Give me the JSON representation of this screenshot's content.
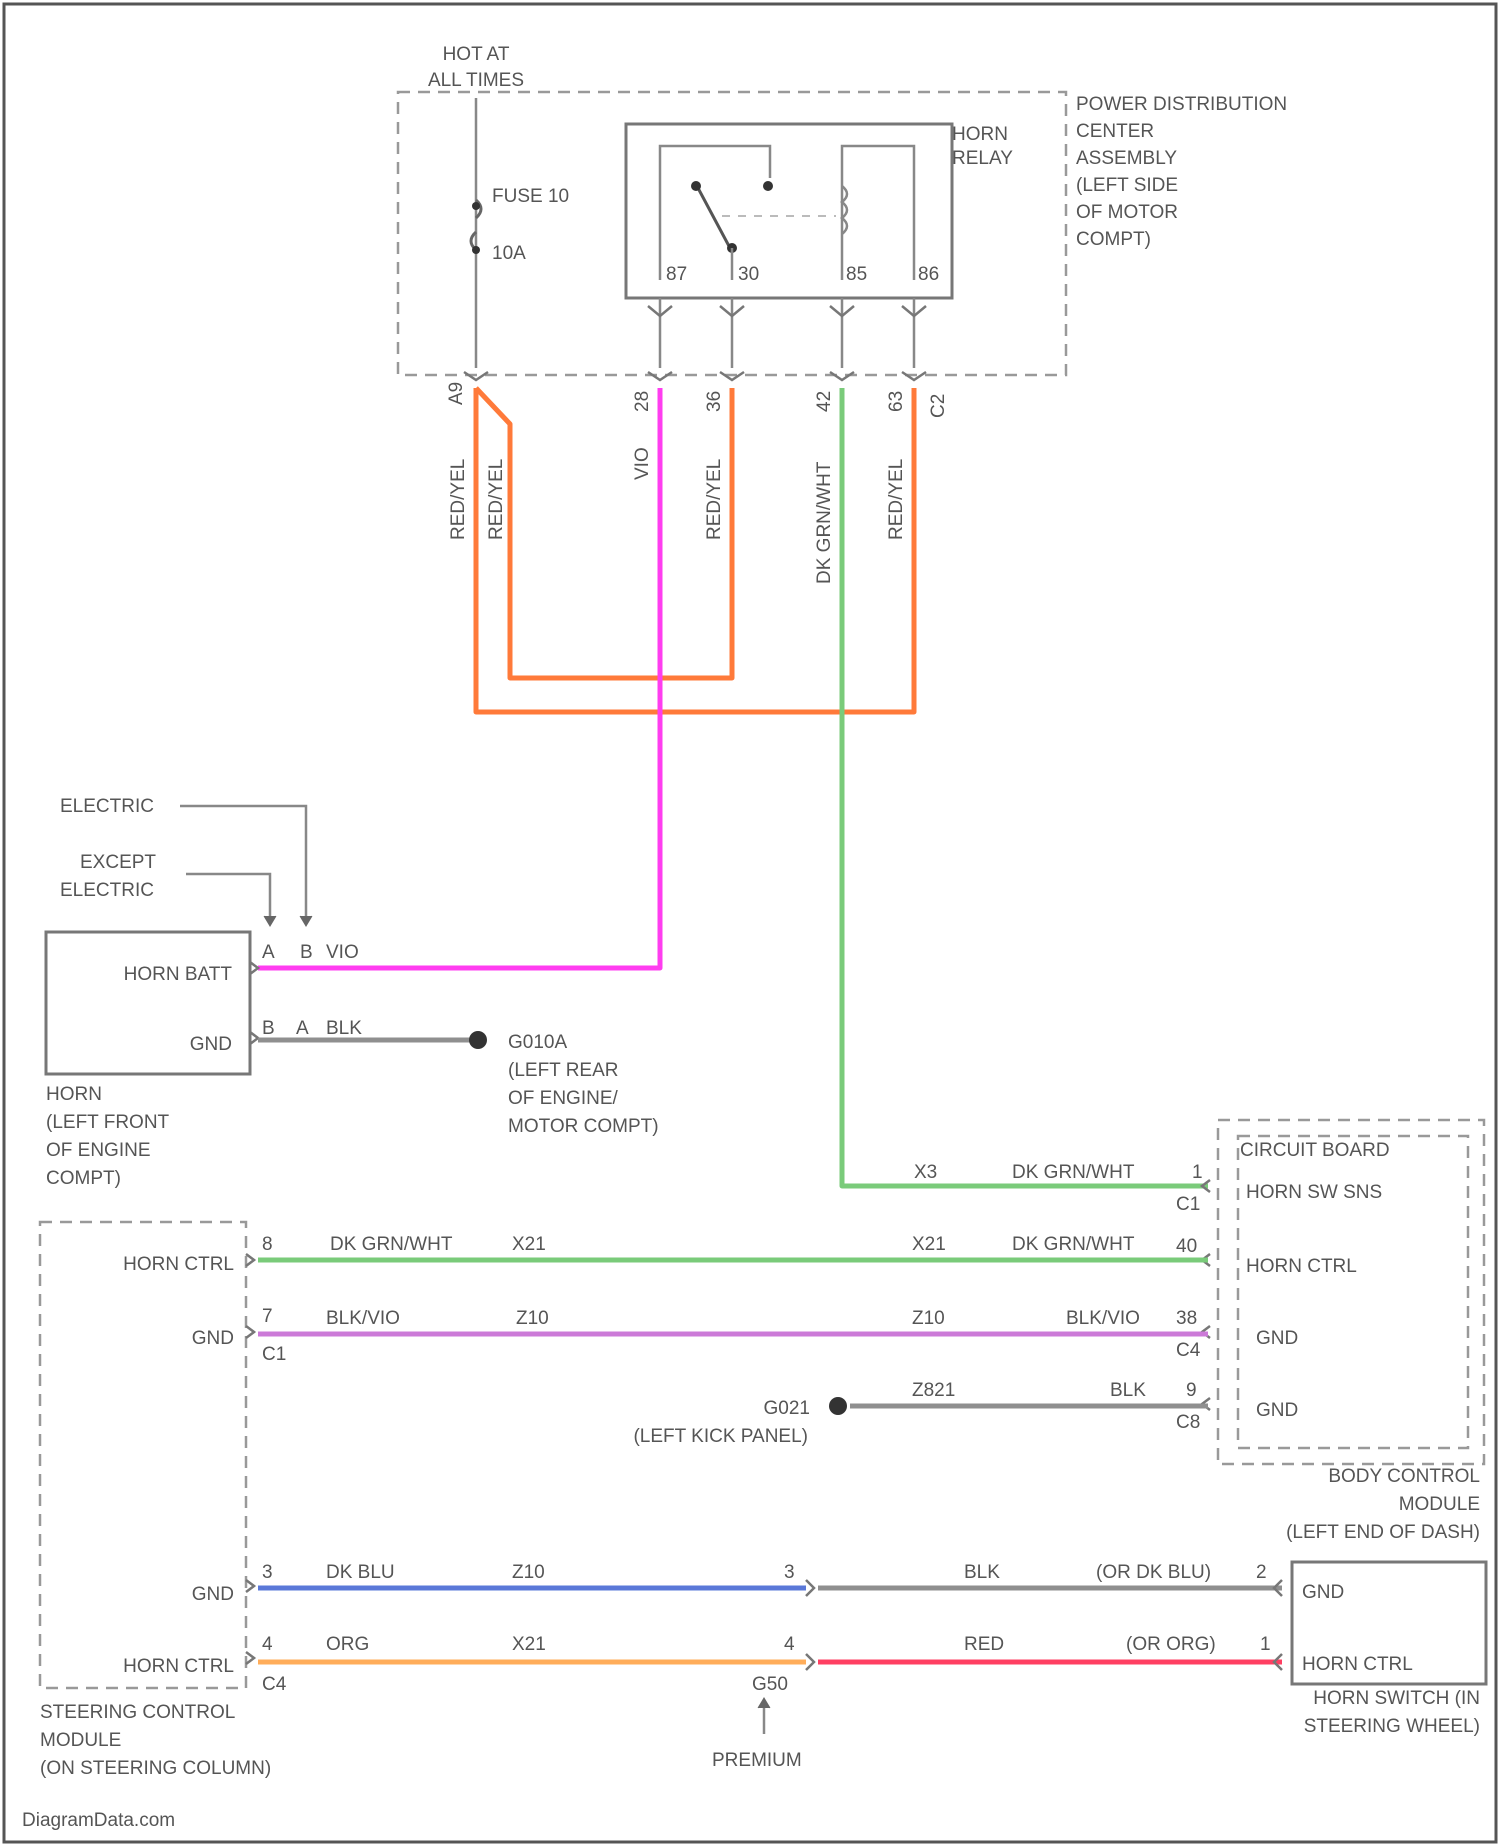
{
  "colors": {
    "orange": "#ff7a3a",
    "magenta": "#ff3df0",
    "green": "#7acb7a",
    "violet": "#cc7ad8",
    "gray": "#8f8f8f",
    "blue": "#5a78d8",
    "orange_light": "#ffad5a",
    "red": "#ff3f62"
  },
  "power": {
    "hot_at_all_times": [
      "HOT AT",
      "ALL TIMES"
    ],
    "fuse_label": "FUSE 10",
    "fuse_rating": "10A",
    "pdc_label": [
      "POWER DISTRIBUTION",
      "CENTER",
      "ASSEMBLY",
      "(LEFT SIDE",
      "OF MOTOR",
      "COMPT)"
    ],
    "relay_label": [
      "HORN",
      "RELAY"
    ],
    "relay_pins": [
      "87",
      "30",
      "85",
      "86"
    ],
    "bottom_pins": [
      "A9",
      "28",
      "36",
      "42",
      "63"
    ],
    "bottom_pin_extra": "C2",
    "wire_labels": [
      "RED/YEL",
      "RED/YEL",
      "VIO",
      "RED/YEL",
      "DK GRN/WHT",
      "RED/YEL"
    ]
  },
  "horn": {
    "electric_label": "ELECTRIC",
    "except_electric": [
      "EXCEPT",
      "ELECTRIC"
    ],
    "pin_a": "A",
    "pin_b": "B",
    "batt_wire": "VIO",
    "gnd_pin_b": "B",
    "gnd_pin_a": "A",
    "gnd_wire": "BLK",
    "horn_batt": "HORN BATT",
    "gnd": "GND",
    "component": [
      "HORN",
      "(LEFT FRONT",
      "OF ENGINE",
      "COMPT)"
    ],
    "ground_id": "G010A",
    "ground_location": [
      "(LEFT REAR",
      "OF ENGINE/",
      "MOTOR COMPT)"
    ]
  },
  "bcm": {
    "circuit_board": "CIRCUIT BOARD",
    "horn_sw_sns": "HORN SW SNS",
    "horn_ctrl": "HORN CTRL",
    "gnd1": "GND",
    "gnd2": "GND",
    "module": [
      "BODY CONTROL",
      "MODULE",
      "(LEFT END OF DASH)"
    ],
    "relay_wire_circuit": "X3",
    "relay_wire_color": "DK GRN/WHT",
    "pin_1": "1",
    "conn_c1": "C1",
    "pin_40": "40",
    "pin_38": "38",
    "conn_c4": "C4",
    "pin_9": "9",
    "conn_c8": "C8"
  },
  "scm": {
    "horn_ctrl": "HORN CTRL",
    "gnd": "GND",
    "gnd2": "GND",
    "horn_ctrl2": "HORN CTRL",
    "pin_8": "8",
    "pin_7": "7",
    "conn_c1": "C1",
    "pin_3": "3",
    "pin_4": "4",
    "conn_c4": "C4",
    "module": [
      "STEERING CONTROL",
      "MODULE",
      "(ON STEERING COLUMN)"
    ]
  },
  "links": {
    "horn_ctrl_color": "DK GRN/WHT",
    "horn_ctrl_circuit": "X21",
    "horn_ctrl_circuit_r": "X21",
    "horn_ctrl_color_r": "DK GRN/WHT",
    "gnd_color": "BLK/VIO",
    "gnd_circuit": "Z10",
    "gnd_circuit_r": "Z10",
    "gnd_color_r": "BLK/VIO",
    "g021_circuit": "Z821",
    "g021_color": "BLK",
    "ground_id": "G021",
    "ground_location": "(LEFT KICK PANEL)",
    "sw_gnd_color": "DK BLU",
    "sw_gnd_circuit": "Z10",
    "sw_ctrl_color": "ORG",
    "sw_ctrl_circuit": "X21",
    "splice_pin_3": "3",
    "splice_pin_4": "4",
    "splice_conn": "G50",
    "premium": "PREMIUM",
    "sw_gnd_color_r": "BLK",
    "sw_gnd_alt": "(OR DK BLU)",
    "sw_ctrl_color_r": "RED",
    "sw_ctrl_alt": "(OR ORG)",
    "sw_pin_2": "2",
    "sw_pin_1": "1"
  },
  "horn_switch": {
    "gnd": "GND",
    "horn_ctrl": "HORN CTRL",
    "component": [
      "HORN SWITCH (IN",
      "STEERING WHEEL)"
    ]
  },
  "footer": "DiagramData.com"
}
